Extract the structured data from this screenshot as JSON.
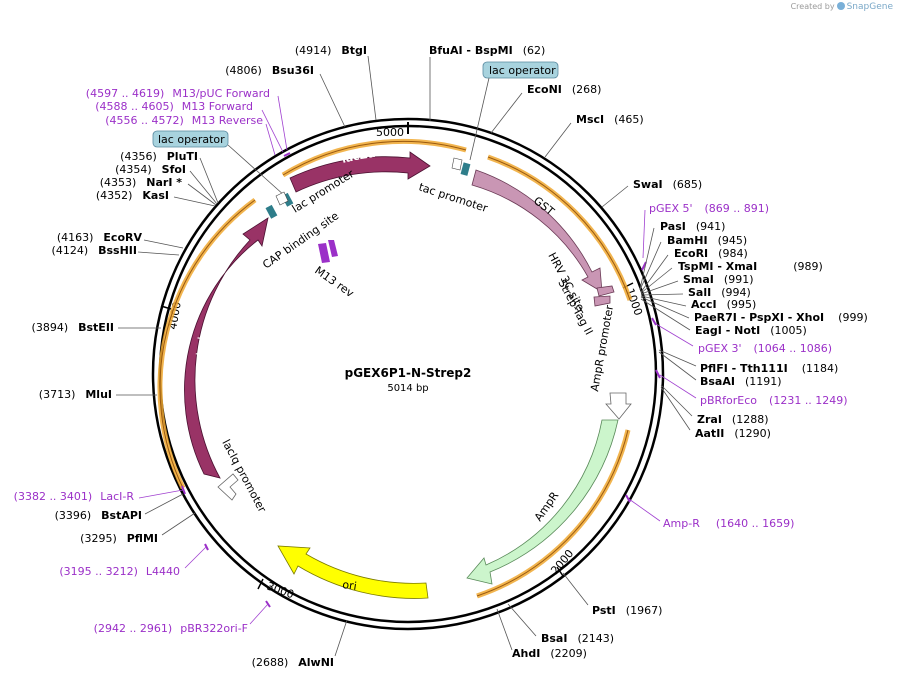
{
  "watermark": {
    "prefix": "Created by",
    "brand": "SnapGene"
  },
  "plasmid": {
    "name": "pGEX6P1-N-Strep2",
    "length_label": "5014 bp"
  },
  "scale_labels": [
    "5000",
    "1000",
    "2000",
    "3000",
    "4000"
  ],
  "enzymes_right": [
    {
      "name": "BfuAI  - BspMI",
      "pos": "(62)"
    },
    {
      "name": "EcoNI",
      "pos": "(268)"
    },
    {
      "name": "MscI",
      "pos": "(465)"
    },
    {
      "name": "SwaI",
      "pos": "(685)"
    },
    {
      "name": "PasI",
      "pos": "(941)"
    },
    {
      "name": "BamHI",
      "pos": "(945)"
    },
    {
      "name": "EcoRI",
      "pos": "(984)"
    },
    {
      "name": "TspMI  - XmaI",
      "pos": "(989)"
    },
    {
      "name": "SmaI",
      "pos": "(991)"
    },
    {
      "name": "SalI",
      "pos": "(994)"
    },
    {
      "name": "AccI",
      "pos": "(995)"
    },
    {
      "name": "PaeR7I  - PspXI  - XhoI",
      "pos": "(999)"
    },
    {
      "name": "EagI  - NotI",
      "pos": "(1005)"
    },
    {
      "name": "PflFI  - Tth111I",
      "pos": "(1184)"
    },
    {
      "name": "BsaAI",
      "pos": "(1191)"
    },
    {
      "name": "ZraI",
      "pos": "(1288)"
    },
    {
      "name": "AatII",
      "pos": "(1290)"
    },
    {
      "name": "PstI",
      "pos": "(1967)"
    },
    {
      "name": "BsaI",
      "pos": "(2143)"
    },
    {
      "name": "AhdI",
      "pos": "(2209)"
    }
  ],
  "enzymes_left": [
    {
      "name": "BtgI",
      "pos": "(4914)"
    },
    {
      "name": "Bsu36I",
      "pos": "(4806)"
    },
    {
      "name": "PluTI",
      "pos": "(4356)"
    },
    {
      "name": "SfoI",
      "pos": "(4354)"
    },
    {
      "name": "NarI *",
      "pos": "(4353)"
    },
    {
      "name": "KasI",
      "pos": "(4352)"
    },
    {
      "name": "EcoRV",
      "pos": "(4163)"
    },
    {
      "name": "BssHII",
      "pos": "(4124)"
    },
    {
      "name": "BstEII",
      "pos": "(3894)"
    },
    {
      "name": "MluI",
      "pos": "(3713)"
    },
    {
      "name": "BstAPI",
      "pos": "(3396)"
    },
    {
      "name": "PflMI",
      "pos": "(3295)"
    },
    {
      "name": "AlwNI",
      "pos": "(2688)"
    }
  ],
  "primers": [
    {
      "name": "pGEX 5'",
      "range": "(869 .. 891)"
    },
    {
      "name": "pGEX 3'",
      "range": "(1064 .. 1086)"
    },
    {
      "name": "pBRforEco",
      "range": "(1231 .. 1249)"
    },
    {
      "name": "Amp-R",
      "range": "(1640 .. 1659)"
    },
    {
      "name": "M13/pUC Forward",
      "range": "(4597 .. 4619)"
    },
    {
      "name": "M13 Forward",
      "range": "(4588 .. 4605)"
    },
    {
      "name": "M13 Reverse",
      "range": "(4556 .. 4572)"
    },
    {
      "name": "LacI-R",
      "range": "(3382 .. 3401)"
    },
    {
      "name": "L4440",
      "range": "(3195 .. 3212)"
    },
    {
      "name": "pBR322ori-F",
      "range": "(2942 .. 2961)"
    }
  ],
  "features": {
    "lac_operator_top": "lac operator",
    "lac_operator_left": "lac operator",
    "tac_promoter": "tac promoter",
    "gst": "GST",
    "hrv": "HRV 3C site",
    "strep": "Strep-Tag II",
    "ampr_promoter": "AmpR promoter",
    "ampr": "AmpR",
    "ori": "ori",
    "laciq_promoter": "lacIq promoter",
    "laci": "lacI",
    "lacza": "lacZα",
    "lac_promoter": "lac promoter",
    "cap_site": "CAP binding site",
    "m13_rev": "M13 rev"
  },
  "colors": {
    "gst": "#c996b4",
    "ampr": "#ccf5cc",
    "ori": "#ffff00",
    "laci": "#993366",
    "lacza": "#993366",
    "highlight": "#f0a830",
    "operator": "#a8d3de",
    "primer": "#9b30c8"
  }
}
